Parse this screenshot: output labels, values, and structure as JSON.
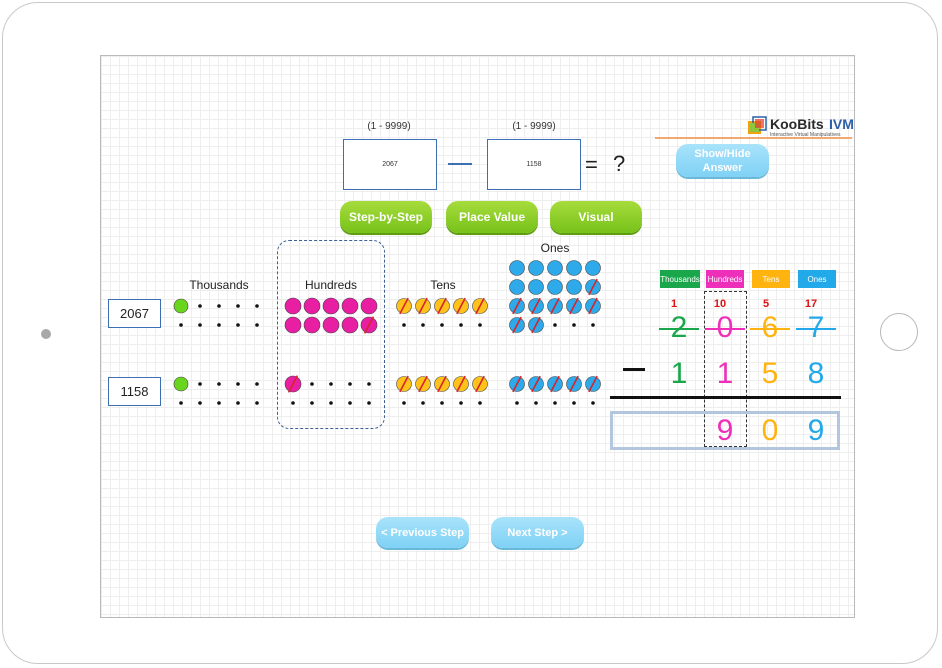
{
  "app": {
    "logo_text": "KooBits",
    "logo_suffix": "IVM",
    "logo_tagline": "Interactive Virtual Manipulatives"
  },
  "inputs": {
    "first": {
      "range": "(1 - 9999)",
      "value": "2067"
    },
    "second": {
      "range": "(1 - 9999)",
      "value": "1158"
    },
    "equals": "=",
    "question": "?"
  },
  "buttons": {
    "show_hide": "Show/Hide Answer",
    "step_by_step": "Step-by-Step",
    "place_value": "Place Value",
    "visual": "Visual",
    "previous": "< Previous Step",
    "next": "Next Step >"
  },
  "place_value_chart": {
    "column_labels": {
      "thousands": "Thousands",
      "hundreds": "Hundreds",
      "tens": "Tens",
      "ones": "Ones"
    },
    "rows": [
      {
        "label": "2067",
        "thousands": {
          "filled": 1,
          "crossed": 0
        },
        "hundreds": {
          "filled": 10,
          "crossed": 1
        },
        "tens": {
          "filled": 5,
          "crossed": 5
        },
        "ones": {
          "filled": 17,
          "crossed": 8
        }
      },
      {
        "label": "1158",
        "thousands": {
          "filled": 1,
          "crossed": 0
        },
        "hundreds": {
          "filled": 1,
          "crossed": 1
        },
        "tens": {
          "filled": 5,
          "crossed": 5
        },
        "ones": {
          "filled": 5,
          "crossed": 5
        }
      }
    ],
    "colors": {
      "thousands": "#6ad51d",
      "hundreds": "#e81ea3",
      "tens": "#ffc21a",
      "ones": "#2ea9ea",
      "cross": "#d8232a"
    }
  },
  "subtraction": {
    "headers": [
      "Thousands",
      "Hundreds",
      "Tens",
      "Ones"
    ],
    "header_colors": [
      "#1aa64b",
      "#ee2fb9",
      "#ffb30f",
      "#21a9ea"
    ],
    "carries": [
      "1",
      "10",
      "5",
      "17"
    ],
    "top_digits": [
      "2",
      "0",
      "6",
      "7"
    ],
    "bottom_digits": [
      "1",
      "1",
      "5",
      "8"
    ],
    "answer_digits": [
      "",
      "9",
      "0",
      "9"
    ],
    "digit_colors": [
      "#1aa64b",
      "#ee2fb9",
      "#ffb30f",
      "#21a9ea"
    ]
  }
}
